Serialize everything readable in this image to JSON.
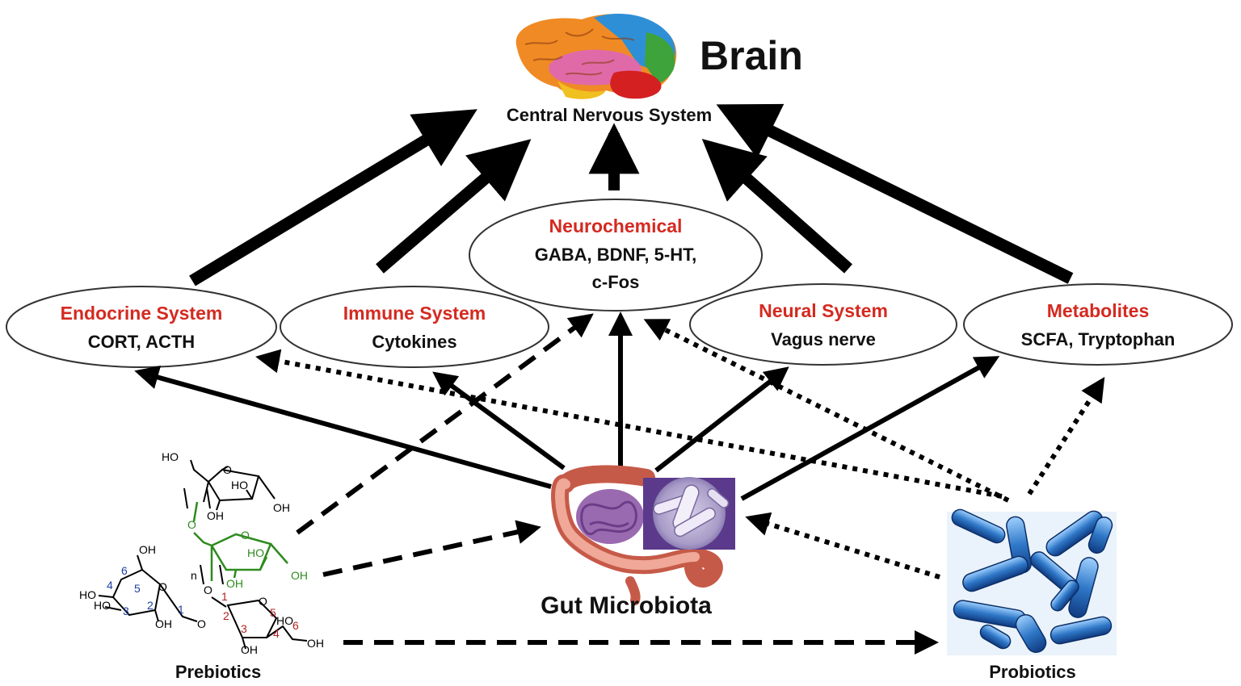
{
  "brain": {
    "title": "Brain",
    "subtitle": "Central Nervous System"
  },
  "nodes": {
    "endocrine": {
      "title": "Endocrine System",
      "sub": "CORT, ACTH"
    },
    "immune": {
      "title": "Immune System",
      "sub": "Cytokines"
    },
    "neurochemical": {
      "title": "Neurochemical",
      "sub1": "GABA, BDNF, 5-HT,",
      "sub2": "c-Fos"
    },
    "neural": {
      "title": "Neural System",
      "sub": "Vagus nerve"
    },
    "metabolites": {
      "title": "Metabolites",
      "sub": "SCFA, Tryptophan"
    }
  },
  "gut": {
    "label": "Gut Microbiota"
  },
  "prebiotics": {
    "label": "Prebiotics"
  },
  "probiotics": {
    "label": "Probiotics"
  },
  "chem_labels": {
    "ho_top": "HO",
    "o_top": "O",
    "ho_mid": "HO",
    "oh_right": "OH",
    "oh_under": "OH",
    "o_link": "O",
    "o_ring2": "O",
    "ho_ring2": "HO",
    "oh_ring2": "OH",
    "oh_ring2b": "OH",
    "n": "n",
    "o_link2": "O",
    "oh_6": "OH",
    "num_6": "6",
    "num_4": "4",
    "num_5": "5",
    "o_ring3": "O",
    "ho_l1": "HO",
    "ho_l2": "HO",
    "num_3": "3",
    "num_2": "2",
    "oh_l3": "OH",
    "num_1": "1",
    "o_glyc": "O",
    "num_r1": "1",
    "num_r2": "2",
    "o_ring4": "O",
    "num_r5": "5",
    "num_r3": "3",
    "num_r4": "4",
    "ho_r": "HO",
    "num_r6": "6",
    "oh_r": "OH",
    "oh_bottom": "OH"
  },
  "colors": {
    "accent_red": "#d42a20",
    "chem_green": "#2e8b1e",
    "chem_blue": "#1f3fa0",
    "chem_red": "#b22222",
    "probiotic_blue": "#2f78c8"
  },
  "icons": [
    "brain-icon",
    "intestine-icon",
    "bacteria-micrograph-icon",
    "probiotic-bacteria-icon",
    "prebiotic-structure-icon"
  ]
}
